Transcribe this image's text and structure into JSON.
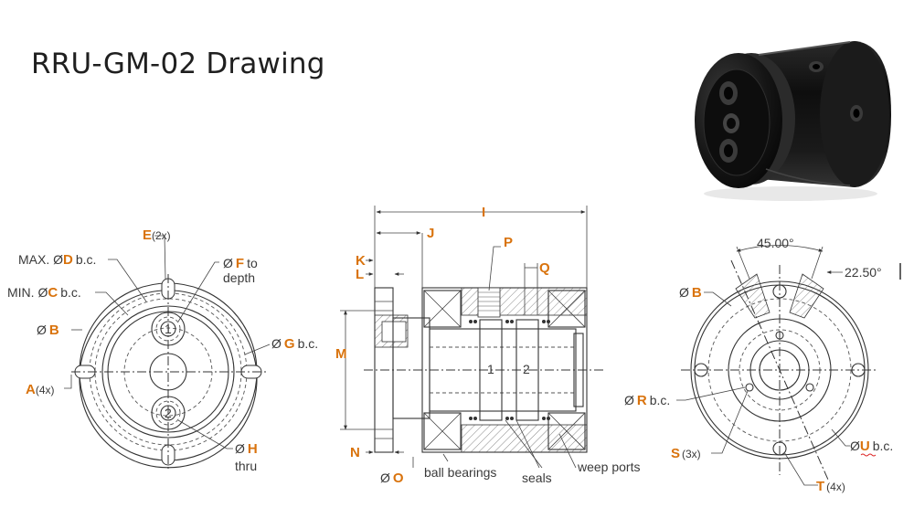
{
  "title": "RRU-GM-02 Drawing",
  "left_view": {
    "max_d_prefix": "MAX. Ø",
    "max_d_key": "D",
    "max_d_suffix": "b.c.",
    "min_c_prefix": "MIN. Ø",
    "min_c_key": "C",
    "min_c_suffix": "b.c.",
    "b_prefix": "Ø",
    "b_key": "B",
    "a_key": "A",
    "a_count": "(4x)",
    "e_key": "E",
    "e_count": "(2x)",
    "f_prefix": "Ø",
    "f_key": "F",
    "f_suffix": "to",
    "f_line2": "depth",
    "g_prefix": "Ø",
    "g_key": "G",
    "g_suffix": "b.c.",
    "h_prefix": "Ø",
    "h_key": "H",
    "h_line2": "thru",
    "port1": "1",
    "port2": "2"
  },
  "middle_view": {
    "i_key": "I",
    "j_key": "J",
    "k_key": "K",
    "l_key": "L",
    "m_key": "M",
    "n_key": "N",
    "o_prefix": "Ø",
    "o_key": "O",
    "p_key": "P",
    "q_key": "Q",
    "ball_bearings": "ball bearings",
    "seals": "seals",
    "weep_ports": "weep ports",
    "channel1": "1",
    "channel2": "2"
  },
  "right_view": {
    "angle1": "45.00°",
    "angle2": "22.50°",
    "b_prefix": "Ø",
    "b_key": "B",
    "r_prefix": "Ø",
    "r_key": "R",
    "r_suffix": "b.c.",
    "s_key": "S",
    "s_count": "(3x)",
    "t_key": "T",
    "t_count": "(4x)",
    "u_prefix": "Ø",
    "u_key": "U",
    "u_suffix": "b.c."
  },
  "colors": {
    "callout": "#d9730d",
    "line": "#333333",
    "product_body": "#121212"
  }
}
